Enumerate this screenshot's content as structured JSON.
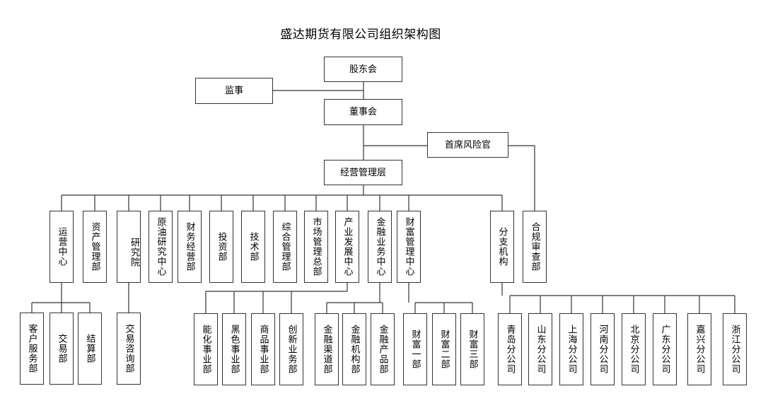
{
  "title": "盛达期货有限公司组织架构图",
  "nodes": {
    "shareholders": "股东会",
    "supervisor": "监事",
    "board": "董事会",
    "cro": "首席风险官",
    "management": "经营管理层",
    "operations_center": "运营中心",
    "asset_mgmt": "资产管理部",
    "research_institute": "研究院",
    "crude_oil_research": "原油研究中心",
    "finance_mgmt": "财务经营部",
    "investment": "投资部",
    "technology": "技术部",
    "general_mgmt": "综合管理部",
    "marketing_hq": "市场管理总部",
    "industry_dev": "产业发展中心",
    "financial_business": "金融业务中心",
    "wealth_mgmt": "财富管理中心",
    "branches": "分支机构",
    "compliance_audit": "合规审查部",
    "customer_service": "客户服务部",
    "trading": "交易部",
    "settlement": "结算部",
    "trading_consulting": "交易咨询部",
    "energy_chem": "能化事业部",
    "ferrous": "黑色事业部",
    "commodity": "商品事业部",
    "innovation": "创新业务部",
    "fin_channel": "金融渠道部",
    "fin_institution": "金融机构部",
    "fin_product": "金融产品部",
    "wealth1": "财富一部",
    "wealth2": "财富二部",
    "wealth3": "财富三部",
    "qingdao": "青岛分公司",
    "shandong": "山东分公司",
    "shanghai": "上海分公司",
    "henan": "河南分公司",
    "beijing": "北京分公司",
    "guangdong": "广东分公司",
    "jiaxing": "嘉兴分公司",
    "zhejiang": "浙江分公司"
  }
}
